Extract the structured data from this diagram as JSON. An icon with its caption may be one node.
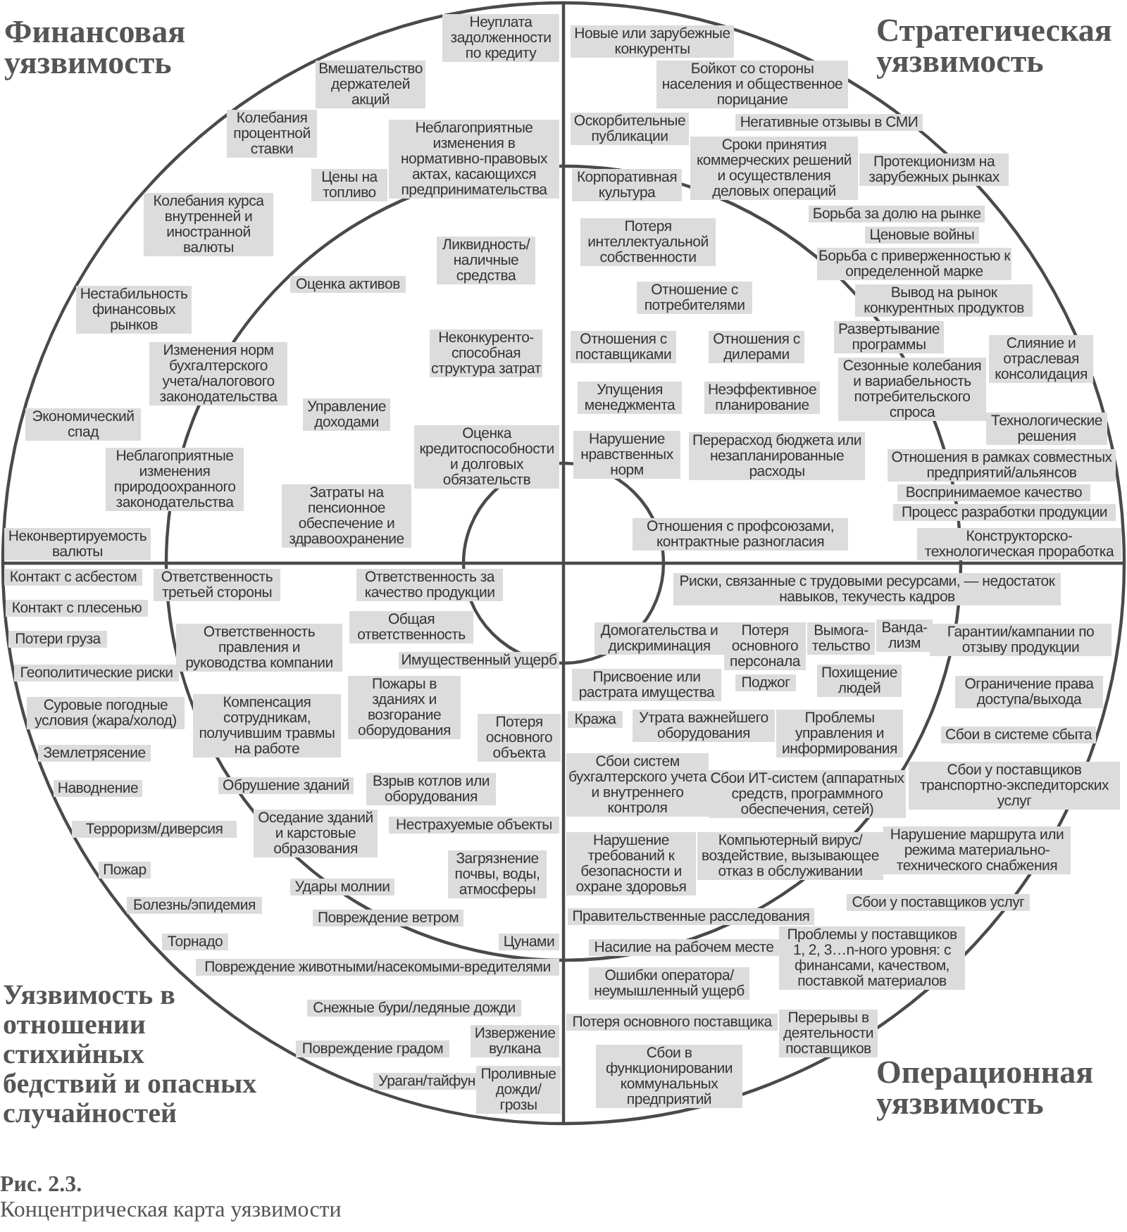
{
  "diagram": {
    "caption": "**Рис. 2.3.** Концентрическая карта уязвимости",
    "nodes": [
      {
        "text": [
          "Финансовая уязвимость"
        ]
      },
      {
        "text": [
          "Неуплата задолженности по кредиту"
        ],
        "in": 0
      },
      {
        "text": [
          "Вмешательство держателей акций"
        ],
        "in": 0
      },
      {
        "text": [
          "Колебания процентной ставки"
        ],
        "in": 0
      },
      {
        "text": [
          "Неблагоприятные изменения в нормативно-правовых актах, касающихся предпринимательства"
        ],
        "in": 0
      },
      {
        "text": [
          "Цены на топливо"
        ],
        "in": 0
      },
      {
        "text": [
          "Колебания курса внутренней и иностранной валюты"
        ],
        "in": 0
      },
      {
        "text": [
          "Ликвидность/ наличные средства"
        ],
        "in": 0
      },
      {
        "text": [
          "Оценка активов"
        ],
        "in": 0
      },
      {
        "text": [
          "Нестабильность финансовых рынков"
        ],
        "in": 0
      },
      {
        "text": [
          "Неконкуренто-способная структура затрат"
        ],
        "in": 0
      },
      {
        "text": [
          "Изменения норм бухгалтерского учета/налогового законодательства"
        ],
        "in": 0
      },
      {
        "text": [
          "Экономический спад"
        ],
        "in": 0
      },
      {
        "text": [
          "Управление доходами"
        ],
        "in": 0
      },
      {
        "text": [
          "Оценка кредитоспособности и долговых обязательств"
        ],
        "in": 0
      },
      {
        "text": [
          "Неблагоприятные изменения природоохранного законодательства"
        ],
        "in": 0
      },
      {
        "text": [
          "Затраты на пенсионное обеспечение и здравоохранение"
        ],
        "in": 0
      },
      {
        "text": [
          "Неконвертируемость валюты"
        ],
        "in": 0
      },
      {
        "text": [
          "Стратегическая уязвимость"
        ]
      },
      {
        "text": [
          "Новые или зарубежные конкуренты"
        ],
        "in": 18
      },
      {
        "text": [
          "Бойкот со стороны населения и общественное порицание"
        ],
        "in": 18
      },
      {
        "text": [
          "Оскорбительные публикации"
        ],
        "in": 18
      },
      {
        "text": [
          "Негативные отзывы в СМИ"
        ],
        "in": 18
      },
      {
        "text": [
          "Сроки принятия коммерческих решений и осуществления деловых операций"
        ],
        "in": 18
      },
      {
        "text": [
          "Протекционизм на зарубежных рынках"
        ],
        "in": 18
      },
      {
        "text": [
          "Корпоративная культура"
        ],
        "in": 18
      },
      {
        "text": [
          "Борьба за долю на рынке"
        ],
        "in": 18
      },
      {
        "text": [
          "Потеря интеллектуальной собственности"
        ],
        "in": 18
      },
      {
        "text": [
          "Ценовые войны"
        ],
        "in": 18
      },
      {
        "text": [
          "Борьба с приверженностью к определенной марке"
        ],
        "in": 18
      },
      {
        "text": [
          "Отношение с потребителями"
        ],
        "in": 18
      },
      {
        "text": [
          "Вывод на рынок конкурентных продуктов"
        ],
        "in": 18
      },
      {
        "text": [
          "Развертывание программы"
        ],
        "in": 18
      },
      {
        "text": [
          "Отношения с поставщиками"
        ],
        "in": 18
      },
      {
        "text": [
          "Отношения с дилерами"
        ],
        "in": 18
      },
      {
        "text": [
          "Слияние и отраслевая консолидация"
        ],
        "in": 18
      },
      {
        "text": [
          "Сезонные колебания и вариабельность потребительского спроса"
        ],
        "in": 18
      },
      {
        "text": [
          "Упущения менеджмента"
        ],
        "in": 18
      },
      {
        "text": [
          "Неэффективное планирование"
        ],
        "in": 18
      },
      {
        "text": [
          "Технологические решения"
        ],
        "in": 18
      },
      {
        "text": [
          "Нарушение нравственных норм"
        ],
        "in": 18
      },
      {
        "text": [
          "Перерасход бюджета или незапланированные расходы"
        ],
        "in": 18
      },
      {
        "text": [
          "Отношения в рамках совместных предприятий/альянсов"
        ],
        "in": 18
      },
      {
        "text": [
          "Воспринимаемое качество"
        ],
        "in": 18
      },
      {
        "text": [
          "Процесс разработки продукции"
        ],
        "in": 18
      },
      {
        "text": [
          "Отношения с профсоюзами, контрактные разногласия"
        ],
        "in": 18
      },
      {
        "text": [
          "Конструкторско-технологическая проработка"
        ],
        "in": 18
      },
      {
        "text": [
          "Уязвимость в отношении стихийных бедствий и опасных случайностей"
        ]
      },
      {
        "text": [
          "Контакт с асбестом"
        ],
        "in": 47
      },
      {
        "text": [
          "Ответственность третьей стороны"
        ],
        "in": 47
      },
      {
        "text": [
          "Ответственность за качество продукции"
        ],
        "in": 47
      },
      {
        "text": [
          "Контакт с плесенью"
        ],
        "in": 47
      },
      {
        "text": [
          "Общая ответственность"
        ],
        "in": 47
      },
      {
        "text": [
          "Потери груза"
        ],
        "in": 47
      },
      {
        "text": [
          "Ответственность правления и руководства компании"
        ],
        "in": 47
      },
      {
        "text": [
          "Имущественный ущерб"
        ],
        "in": 47
      },
      {
        "text": [
          "Геополитические риски"
        ],
        "in": 47
      },
      {
        "text": [
          "Пожары в зданиях и возгорание оборудования"
        ],
        "in": 47
      },
      {
        "text": [
          "Суровые погодные условия (жара/холод)"
        ],
        "in": 47
      },
      {
        "text": [
          "Компенсация сотрудникам, получившим травмы на работе"
        ],
        "in": 47
      },
      {
        "text": [
          "Потеря основного объекта"
        ],
        "in": 47
      },
      {
        "text": [
          "Землетрясение"
        ],
        "in": 47
      },
      {
        "text": [
          "Обрушение зданий"
        ],
        "in": 47
      },
      {
        "text": [
          "Наводнение"
        ],
        "in": 47
      },
      {
        "text": [
          "Взрыв котлов или оборудования"
        ],
        "in": 47
      },
      {
        "text": [
          "Оседание зданий и карстовые образования"
        ],
        "in": 47
      },
      {
        "text": [
          "Нестрахуемые объекты"
        ],
        "in": 47
      },
      {
        "text": [
          "Терроризм/диверсия"
        ],
        "in": 47
      },
      {
        "text": [
          "Загрязнение почвы, воды, атмосферы"
        ],
        "in": 47
      },
      {
        "text": [
          "Пожар"
        ],
        "in": 47
      },
      {
        "text": [
          "Удары молнии"
        ],
        "in": 47
      },
      {
        "text": [
          "Болезнь/эпидемия"
        ],
        "in": 47
      },
      {
        "text": [
          "Повреждение ветром"
        ],
        "in": 47
      },
      {
        "text": [
          "Торнадо"
        ],
        "in": 47
      },
      {
        "text": [
          "Цунами"
        ],
        "in": 47
      },
      {
        "text": [
          "Повреждение животными/насекомыми-вредителями"
        ],
        "in": 47
      },
      {
        "text": [
          "Снежные бури/ледяные дожди"
        ],
        "in": 47
      },
      {
        "text": [
          "Извержение вулкана"
        ],
        "in": 47
      },
      {
        "text": [
          "Повреждение градом"
        ],
        "in": 47
      },
      {
        "text": [
          "Ураган/тайфун"
        ],
        "in": 47
      },
      {
        "text": [
          "Проливные дожди/ грозы"
        ],
        "in": 47
      },
      {
        "text": [
          "Операционная уязвимость"
        ]
      },
      {
        "text": [
          "Риски, связанные с трудовыми ресурсами, — недостаток навыков, текучесть кадров"
        ],
        "in": 81
      },
      {
        "text": [
          "Домогательства и дискриминация"
        ],
        "in": 81
      },
      {
        "text": [
          "Потеря основного персонала"
        ],
        "in": 81
      },
      {
        "text": [
          "Вымога-тельство"
        ],
        "in": 81
      },
      {
        "text": [
          "Ванда-лизм"
        ],
        "in": 81
      },
      {
        "text": [
          "Гарантии/кампании по отзыву продукции"
        ],
        "in": 81
      },
      {
        "text": [
          "Присвоение или растрата имущества"
        ],
        "in": 81
      },
      {
        "text": [
          "Поджог"
        ],
        "in": 81
      },
      {
        "text": [
          "Похищение людей"
        ],
        "in": 81
      },
      {
        "text": [
          "Ограничение права доступа/выхода"
        ],
        "in": 81
      },
      {
        "text": [
          "Кража"
        ],
        "in": 81
      },
      {
        "text": [
          "Утрата важнейшего оборудования"
        ],
        "in": 81
      },
      {
        "text": [
          "Проблемы управления и информирования"
        ],
        "in": 81
      },
      {
        "text": [
          "Сбои в системе сбыта"
        ],
        "in": 81
      },
      {
        "text": [
          "Сбои систем бухгалтерского учета и внутреннего контроля"
        ],
        "in": 81
      },
      {
        "text": [
          "Сбои ИТ-систем (аппаратных средств, программного обеспечения, сетей)"
        ],
        "in": 81
      },
      {
        "text": [
          "Сбои у поставщиков транспортно-экспедиторских услуг"
        ],
        "in": 81
      },
      {
        "text": [
          "Нарушение требований к безопасности и охране здоровья"
        ],
        "in": 81
      },
      {
        "text": [
          "Компьютерный вирус/ воздействие, вызывающее отказ в обслуживании"
        ],
        "in": 81
      },
      {
        "text": [
          "Нарушение маршрута или режима материально-технического снабжения"
        ],
        "in": 81
      },
      {
        "text": [
          "Сбои у поставщиков услуг"
        ],
        "in": 81
      },
      {
        "text": [
          "Правительственные расследования"
        ],
        "in": 81
      },
      {
        "text": [
          "Проблемы у поставщиков 1, 2, 3…n-ного уровня: с финансами, качеством, поставкой материалов"
        ],
        "in": 81
      },
      {
        "text": [
          "Насилие на рабочем месте"
        ],
        "in": 81
      },
      {
        "text": [
          "Ошибки оператора/ неумышленный ущерб"
        ],
        "in": 81
      },
      {
        "text": [
          "Потеря основного поставщика"
        ],
        "in": 81
      },
      {
        "text": [
          "Перерывы в деятельности поставщиков"
        ],
        "in": 81
      },
      {
        "text": [
          "Сбои в функционировании коммунальных предприятий"
        ],
        "in": 81
      }
    ]
  }
}
